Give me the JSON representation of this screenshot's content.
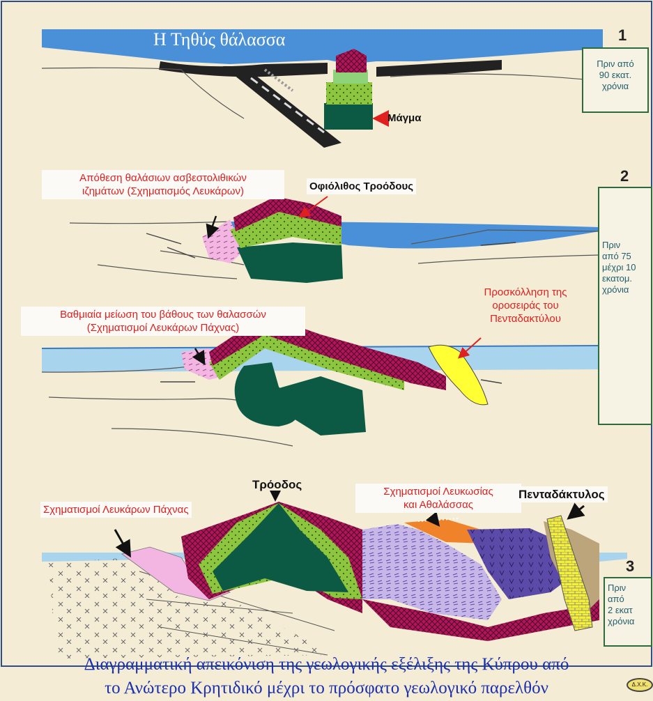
{
  "diagram": {
    "stage1": {
      "sea_name": "Η Τηθύς θάλασσα",
      "number": "1",
      "time": [
        "Πριν από",
        "90 εκατ.",
        "χρόνια"
      ],
      "magma_label": "Μάγμα"
    },
    "stage2": {
      "number": "2",
      "deposition_label": [
        "Απόθεση θαλάσιων ασβεστολιθικών",
        "ιζημάτων (Σχηματισμός Λευκάρων)"
      ],
      "ophiolite_label": "Οφιόλιθος Τροόδους",
      "time": [
        "Πριν",
        "από 75",
        "μέχρι 10",
        "εκατομ.",
        "χρόνια"
      ],
      "depth_label": [
        "Βαθμιαία μείωση του βάθους των θαλασσών",
        "(Σχηματισμοί Λευκάρων Πάχνας)"
      ],
      "pentadaktylos_attach_label": [
        "Προσκόλληση της",
        "οροσειράς του",
        "Πενταδακτύλου"
      ]
    },
    "stage3": {
      "number": "3",
      "troodos_label": "Τρόοδος",
      "lefkara_label": "Σχηματισμοί Λευκάρων Πάχνας",
      "nicosia_label": [
        "Σχηματισμοί Λευκωσίας",
        "και Αθαλάσσας"
      ],
      "pentadaktylos_label": "Πενταδάκτυλος",
      "time": [
        "Πριν",
        "από",
        "2 εκατ",
        "χρόνια"
      ]
    },
    "caption": [
      "Διαγραμματική απεικόνιση της γεωλογικής εξέλιξης της Κύπρου από",
      "το Ανώτερο Κρητιδικό μέχρι το πρόσφατο γεωλογικό παρελθόν"
    ],
    "logo_text": "Δ.Χ.Κ.",
    "colors": {
      "sea": "#4a90d8",
      "crust_dark": "#0c5a44",
      "green": "#8cc63f",
      "magenta": "#c2185b",
      "pink": "#f3b6e2",
      "yellow": "#ffff33",
      "purple": "#5b4aa8",
      "label_red": "#e02020",
      "caption_blue": "#1a2fb0"
    }
  }
}
